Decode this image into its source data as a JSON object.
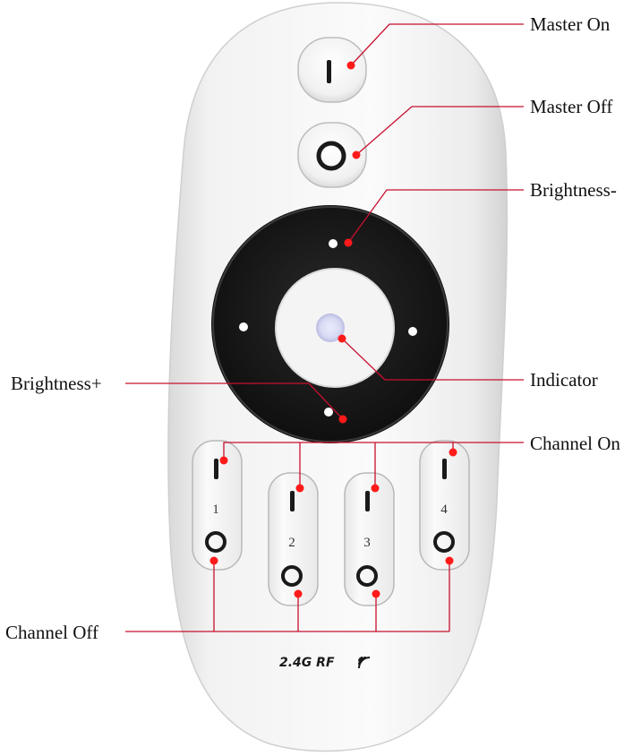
{
  "callouts": {
    "master_on": "Master On",
    "master_off": "Master Off",
    "brightness_minus": "Brightness-",
    "brightness_plus": "Brightness+",
    "indicator": "Indicator",
    "channel_on": "Channel On",
    "channel_off": "Channel Off"
  },
  "remote": {
    "channels": [
      {
        "number": "1"
      },
      {
        "number": "2"
      },
      {
        "number": "3"
      },
      {
        "number": "4"
      }
    ],
    "badge": "2.4G RF"
  },
  "colors": {
    "callout_line": "#c8102e",
    "callout_dot": "#ff1a1a",
    "remote_body": "#f3f3f3",
    "wheel": "#1c1c1c"
  }
}
